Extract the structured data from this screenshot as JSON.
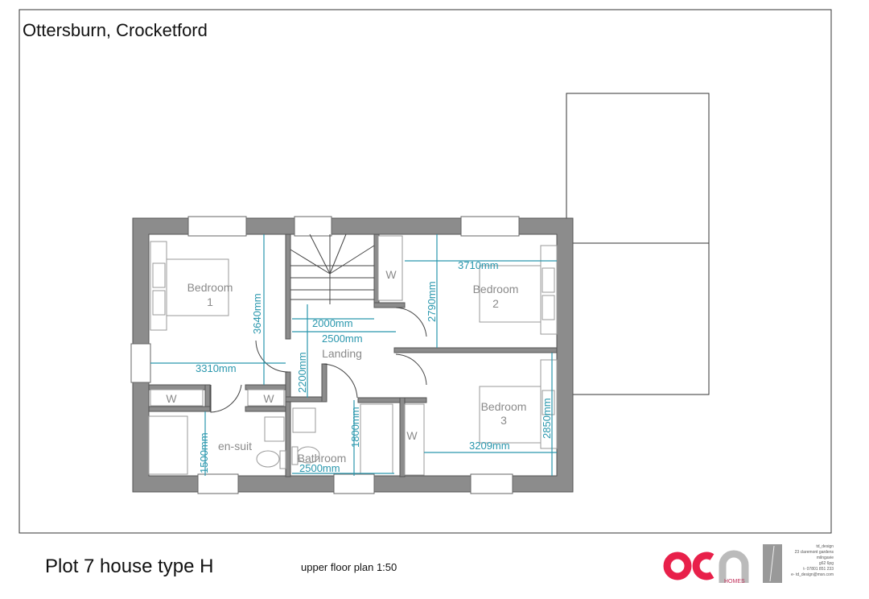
{
  "title": "Ottersburn, Crocketford",
  "plot_label": "Plot 7 house type H",
  "scale_label": "upper floor plan 1:50",
  "rooms": {
    "bedroom1": [
      "Bedroom",
      "1"
    ],
    "bedroom2": [
      "Bedroom",
      "2"
    ],
    "bedroom3": [
      "Bedroom",
      "3"
    ],
    "landing": "Landing",
    "ensuite": "en-suit",
    "bathroom": "Bathroom",
    "wardrobe": "W"
  },
  "dimensions": {
    "bed1_depth": "3640mm",
    "bed1_width": "3310mm",
    "landing_2000": "2000mm",
    "landing_2500": "2500mm",
    "landing_depth": "2200mm",
    "bed2_width": "3710mm",
    "bed2_depth": "2790mm",
    "bed3_width": "3209mm",
    "bed3_depth": "2850mm",
    "ensuite_depth": "1500mm",
    "bath_depth": "1800mm",
    "bath_width": "2500mm"
  },
  "logo": {
    "text": "ocn",
    "sub": "HOMES",
    "color": "#e8204a"
  },
  "designer": {
    "name": "td_design",
    "address": [
      "23 claremont gardens",
      "milngavie",
      "g62 6pg"
    ],
    "phone": "t- 07801 851 233",
    "email": "e- td_design@msn.com"
  },
  "colors": {
    "dimension": "#2a97ad",
    "wall": "#8c8c8c"
  }
}
